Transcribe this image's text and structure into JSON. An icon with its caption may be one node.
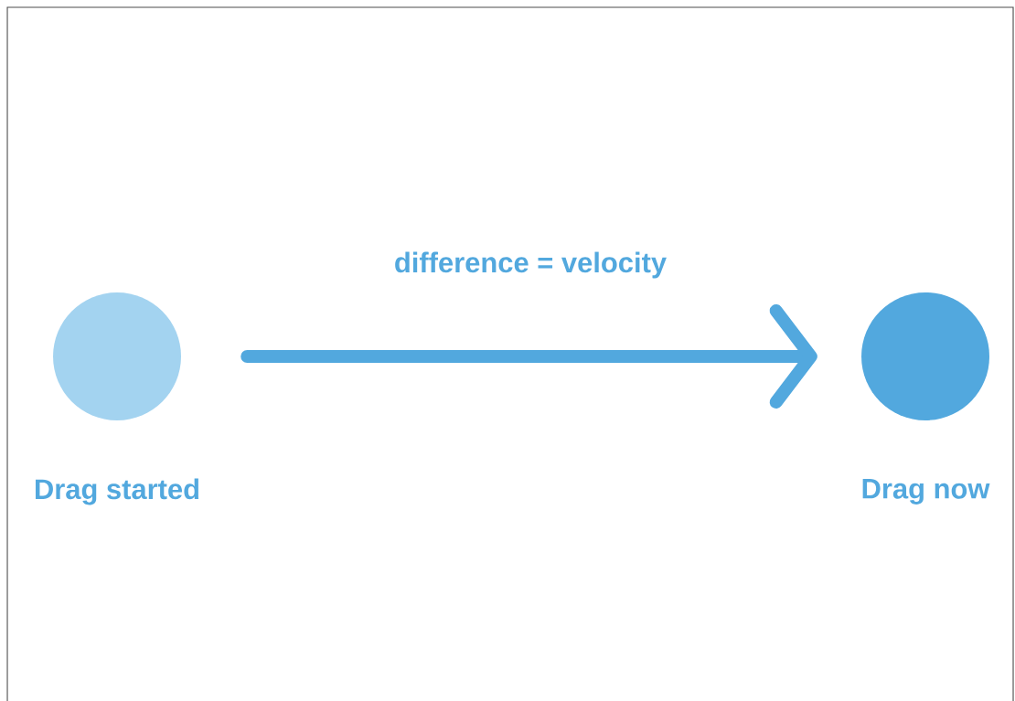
{
  "diagram": {
    "nodes": [
      {
        "text": [
          "Drag started"
        ]
      },
      {
        "text": [
          "Drag now"
        ]
      }
    ],
    "edges": [
      {
        "from": 0,
        "to": 1,
        "arrow": "to",
        "label": "difference = velocity"
      }
    ]
  }
}
